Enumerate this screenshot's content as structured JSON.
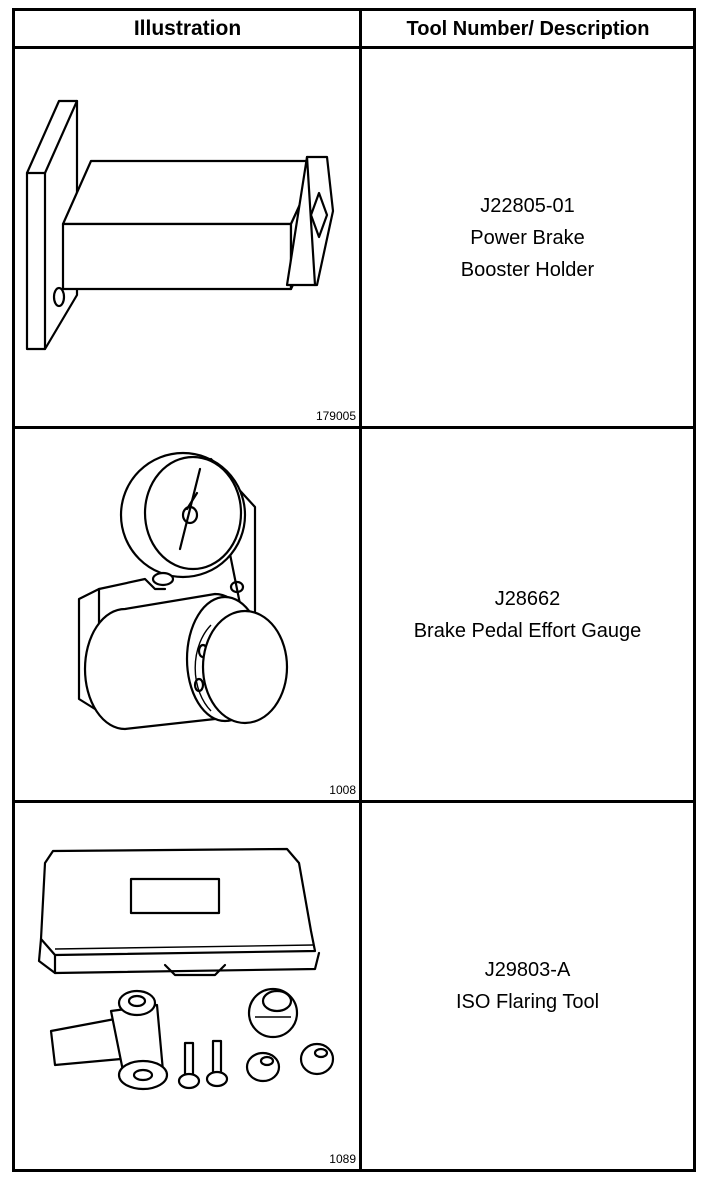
{
  "table": {
    "header": {
      "illustration": "Illustration",
      "tool": "Tool Number/ Description"
    },
    "rows": [
      {
        "figure": "179005",
        "number": "J22805-01",
        "desc_lines": [
          "Power Brake",
          "Booster Holder"
        ],
        "icon": "booster-holder-icon"
      },
      {
        "figure": "1008",
        "number": "J28662",
        "desc_lines": [
          "Brake Pedal Effort Gauge"
        ],
        "icon": "pedal-effort-gauge-icon"
      },
      {
        "figure": "1089",
        "number": "J29803-A",
        "desc_lines": [
          "ISO Flaring Tool"
        ],
        "icon": "flaring-tool-kit-icon"
      }
    ]
  }
}
